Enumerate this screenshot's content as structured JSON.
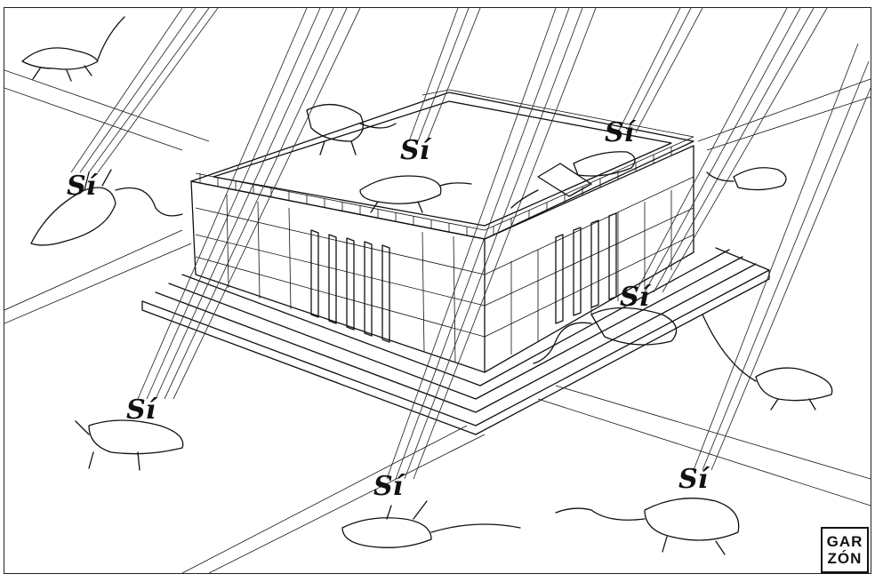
{
  "vote_word": "Sí",
  "signature": {
    "line1": "GAR",
    "line2": "ZÓN"
  },
  "colors": {
    "ink": "#111111",
    "paper": "#ffffff"
  },
  "icons": [
    "building-icon",
    "rat-icon",
    "vote-arrow-icon"
  ]
}
